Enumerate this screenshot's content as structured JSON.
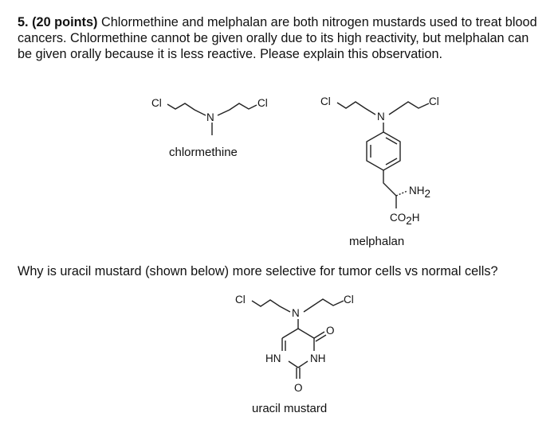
{
  "question1": {
    "number": "5.",
    "points": "(20 points)",
    "text": "Chlormethine and melphalan are both nitrogen mustards used to treat blood cancers. Chlormethine cannot be given orally due to its high reactivity, but melphalan can be given orally because it is less reactive. Please explain this observation."
  },
  "question2": {
    "text": "Why is uracil mustard (shown below) more selective for tumor cells vs normal cells?"
  },
  "molecules": {
    "chlormethine": {
      "name": "chlormethine",
      "atom_cl_left": "Cl",
      "atom_cl_right": "Cl",
      "atom_n": "N"
    },
    "melphalan": {
      "name": "melphalan",
      "atom_cl_left": "Cl",
      "atom_cl_right": "Cl",
      "atom_n": "N",
      "amine": "NH",
      "amine_sub": "2",
      "acid_c": "CO",
      "acid_sub": "2",
      "acid_h": "H"
    },
    "uracil_mustard": {
      "name": "uracil mustard",
      "atom_cl_left": "Cl",
      "atom_cl_right": "Cl",
      "atom_n": "N",
      "carbonyl_o_top": "O",
      "carbonyl_o_bottom": "O",
      "hn": "HN",
      "nh": "NH"
    }
  }
}
